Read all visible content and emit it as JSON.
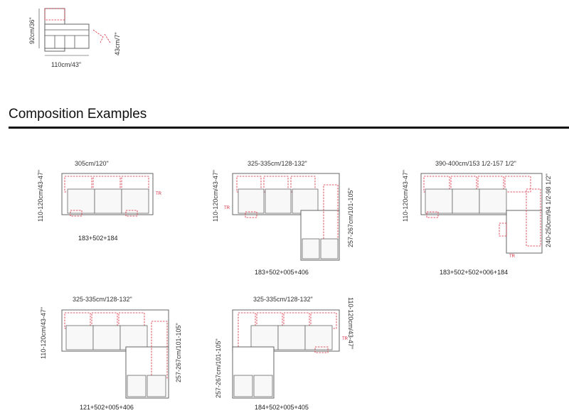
{
  "header_drawing": {
    "height_label": "92cm/36\"",
    "width_label": "110cm/43\"",
    "seat_label": "43cm/7\""
  },
  "section_title": "Composition Examples",
  "compositions": [
    {
      "width_label": "305cm/120\"",
      "depth_label": "110-120cm/43-47\"",
      "caption": "183+502+184"
    },
    {
      "width_label": "325-335cm/128-132\"",
      "depth_label": "110-120cm/43-47\"",
      "side_label": "257-267cm/101-105\"",
      "caption": "183+502+005+406"
    },
    {
      "width_label": "390-400cm/153 1/2-157 1/2\"",
      "depth_label": "110-120cm/43-47\"",
      "side_label": "240-250cm/94 1/2-98 1/2\"",
      "caption": "183+502+502+006+184"
    },
    {
      "width_label": "325-335cm/128-132\"",
      "depth_label": "110-120cm/43-47\"",
      "side_label": "257-267cm/101-105\"",
      "caption": "121+502+005+406"
    },
    {
      "width_label": "325-335cm/128-132\"",
      "depth_label": "110-120cm/43-47\"",
      "side_label": "257-267cm/101-105\"",
      "caption": "184+502+005+405"
    }
  ],
  "tr_label": "TR",
  "colors": {
    "outline": "#555555",
    "dashed": "#d6263a",
    "rule": "#111111"
  }
}
